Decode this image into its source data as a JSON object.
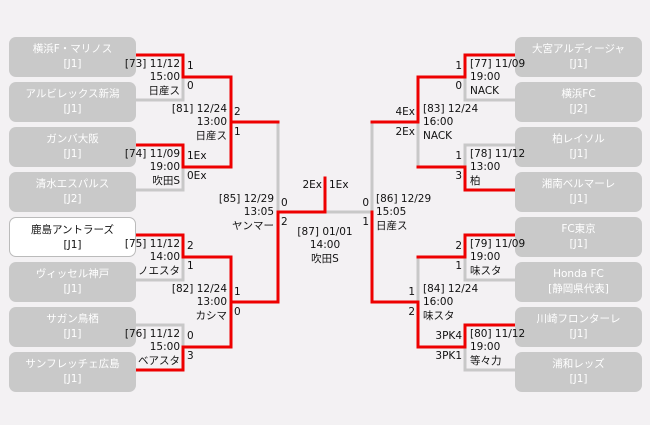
{
  "left_teams": [
    {
      "name": "横浜F・マリノス",
      "league": "[J1]"
    },
    {
      "name": "アルビレックス新潟",
      "league": "[J1]"
    },
    {
      "name": "ガンバ大阪",
      "league": "[J1]"
    },
    {
      "name": "清水エスパルス",
      "league": "[J2]"
    },
    {
      "name": "鹿島アントラーズ",
      "league": "[J1]",
      "highlight": true
    },
    {
      "name": "ヴィッセル神戸",
      "league": "[J1]"
    },
    {
      "name": "サガン鳥栖",
      "league": "[J1]"
    },
    {
      "name": "サンフレッチェ広島",
      "league": "[J1]"
    }
  ],
  "right_teams": [
    {
      "name": "大宮アルディージャ",
      "league": "[J1]"
    },
    {
      "name": "横浜FC",
      "league": "[J2]"
    },
    {
      "name": "柏レイソル",
      "league": "[J1]"
    },
    {
      "name": "湘南ベルマーレ",
      "league": "[J1]"
    },
    {
      "name": "FC東京",
      "league": "[J1]"
    },
    {
      "name": "Honda FC",
      "league": "[静岡県代表]"
    },
    {
      "name": "川崎フロンターレ",
      "league": "[J1]"
    },
    {
      "name": "浦和レッズ",
      "league": "[J1]"
    }
  ],
  "matches": [
    {
      "id": "[73] 11/12",
      "time": "15:00",
      "venue": "日産ス",
      "score_top": "1",
      "score_bottom": "0"
    },
    {
      "id": "[74] 11/09",
      "time": "19:00",
      "venue": "吹田S",
      "score_top": "1Ex",
      "score_bottom": "0Ex"
    },
    {
      "id": "[75] 11/12",
      "time": "14:00",
      "venue": "ノエスタ",
      "score_top": "2",
      "score_bottom": "1"
    },
    {
      "id": "[76] 11/12",
      "time": "15:00",
      "venue": "ベアスタ",
      "score_top": "0",
      "score_bottom": "3"
    },
    {
      "id": "[81] 12/24",
      "time": "13:00",
      "venue": "日産ス",
      "score_top": "2",
      "score_bottom": "1"
    },
    {
      "id": "[82] 12/24",
      "time": "13:00",
      "venue": "カシマ",
      "score_top": "1",
      "score_bottom": "0"
    },
    {
      "id": "[85] 12/29",
      "time": "13:05",
      "venue": "ヤンマー",
      "score_top": "0",
      "score_bottom": "2"
    },
    {
      "id": "[77] 11/09",
      "time": "19:00",
      "venue": "NACK",
      "score_top": "1",
      "score_bottom": "0"
    },
    {
      "id": "[78] 11/12",
      "time": "13:00",
      "venue": "柏",
      "score_top": "1",
      "score_bottom": "3"
    },
    {
      "id": "[79] 11/09",
      "time": "19:00",
      "venue": "味スタ",
      "score_top": "2",
      "score_bottom": "1"
    },
    {
      "id": "[80] 11/12",
      "time": "19:00",
      "venue": "等々力",
      "score_top": "3PK4",
      "score_bottom": "3PK1"
    },
    {
      "id": "[83] 12/24",
      "time": "16:00",
      "venue": "NACK",
      "score_top": "4Ex",
      "score_bottom": "2Ex"
    },
    {
      "id": "[84] 12/24",
      "time": "16:00",
      "venue": "味スタ",
      "score_top": "1",
      "score_bottom": "2"
    },
    {
      "id": "[86] 12/29",
      "time": "15:05",
      "venue": "日産ス",
      "score_top": "0",
      "score_bottom": "1"
    }
  ],
  "final": {
    "id": "[87] 01/01",
    "time": "14:00",
    "venue": "吹田S",
    "score_left_ex": "2Ex",
    "score_right_ex": "1Ex"
  },
  "colors": {
    "winner_line": "#ee0000",
    "loser_line": "#c8c8c8",
    "box": "#c9c9c9"
  }
}
